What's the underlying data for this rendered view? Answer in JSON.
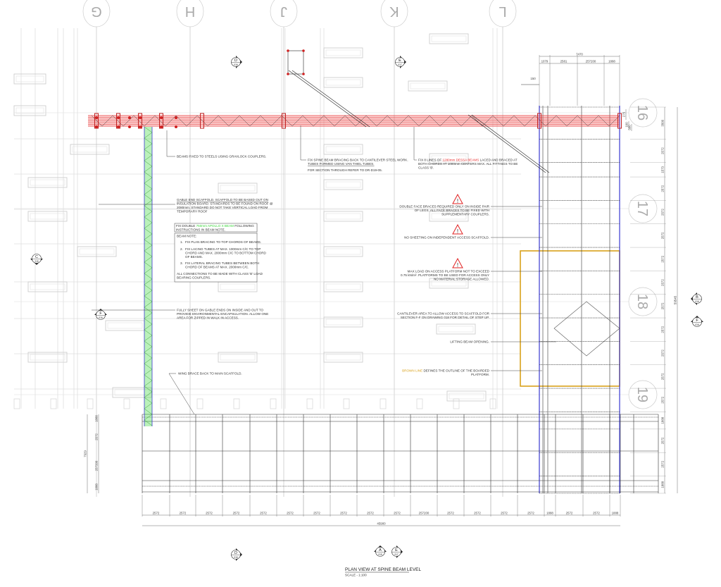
{
  "gridlines": {
    "columns": [
      "G",
      "H",
      "J",
      "K",
      "L"
    ],
    "rows": [
      "16",
      "17",
      "18",
      "19"
    ]
  },
  "colors": {
    "spine_beam": "#e83030",
    "apollo_beam": "#39d639",
    "tower_blue": "#3a3ad0",
    "boarded_outline": "#d9a21b",
    "warning": "#e02020"
  },
  "section_markers": [
    {
      "letter": "D",
      "sheet": "016"
    },
    {
      "letter": "E",
      "sheet": "017"
    },
    {
      "letter": "C",
      "sheet": "215"
    },
    {
      "letter": "F",
      "sheet": "016"
    },
    {
      "letter": "B",
      "sheet": "016"
    },
    {
      "letter": "F",
      "sheet": "016"
    },
    {
      "letter": "D",
      "sheet": "016"
    },
    {
      "letter": "A",
      "sheet": "015"
    },
    {
      "letter": "E",
      "sheet": "017"
    }
  ],
  "notes": {
    "beams_fixed": "BEAMS FIXED TO STEELS USING GRAVLOCK COUPLERS.",
    "spine_bracing": [
      "FIX SPINE BEAM BRACING BACK TO CANTILEVER STEEL WORK.",
      "TUBES FORMED USING VAN THIEL TUBES.",
      "FOR SECTION THROUGH REFER TO DR-D19-05."
    ],
    "dessa": {
      "pre": "FIX 8 LINES OF ",
      "highlight": "1280mm DESSA BEAMS",
      "post": " LACED AND BRACED AT",
      "line2": "BOTH CHORDS AT 1000mm CENTERS MAX. ALL FITTINGS TO BE",
      "line3": "CLASS 'B'."
    },
    "gable": [
      "GABLE END SCAFFOLD. SCAFFOLD TO BE BASED OUT ON",
      "INSULATION BOARD. STANDARDS TO BE FOUND ON ROOF @",
      "2080mm. STANDARD DO NOT TAKE VERTICAL LOAD FROM",
      "TEMPORARY ROOF"
    ],
    "apollo": {
      "pre": "FIX DOUBLE ",
      "highlight": "750mm APOLLO X BEAM",
      "post": " FOLLOWING",
      "line2": "INSTRUCTIONS IN BEAM NOTE."
    },
    "beam_note": {
      "heading": "BEAM NOTE:",
      "items": [
        {
          "num": "1.",
          "lines": [
            "FIX PLAN BRACING TO TOP CHORDS OF BEAMS."
          ]
        },
        {
          "num": "2.",
          "lines": [
            "FIX LACING TUBES AT MAX. 1000mm C/C TO TOP",
            "CHORD AND MAX. 2000mm C/C TO BOTTOM CHORD",
            "OF BEAMS."
          ]
        },
        {
          "num": "3.",
          "lines": [
            "FIX LATERAL BRACING TUBES BETWEEN BOTH",
            "CHORD OF BEAMS AT MAX. 2000mm C/C."
          ]
        }
      ],
      "footer": [
        "ALL CONNECTIONS TO BE MADE WITH CLASS 'B' LOAD",
        "BEARING COUPLERS."
      ]
    },
    "double_face": [
      "DOUBLE FACE BRACES REQUIRED ONLY ON INSIDE PAIR",
      "OF LEGS. ALL FACE BRACES TO BE FIXED WITH",
      "SUPPLEMENTARY COUPLERS."
    ],
    "no_sheeting": "NO SHEETING ON INDEPENDENT ACCESS SCAFFOLD.",
    "max_load": [
      "MAX LOAD ON ACCESS PLATFORM NOT TO EXCEED",
      "0.75 kN/m². PLATFORMS TO BE USED FOR ACCESS ONLY",
      "NO MATERIAL STORAGE ALLOWED."
    ],
    "fully_sheet": [
      "FULLY SHEET ON GABLE ENDS ON INSIDE AND OUT TO",
      "PROVIDE ENVIRONMENTAL ENCAPSULATION. ALLOW ONE",
      "AREA FOR ZIPPED IN WALK IN ACCESS."
    ],
    "cantilever": [
      "CANTILEVER AREA TO ALLOW ACCESS TO SCAFFOLD FOR",
      "SECTION F-F ON DRAWING 018 FOR DETAIL OF STEP UP."
    ],
    "lifting": "LIFTING BEAM OPENING.",
    "brown_line": {
      "highlight": "BROWN LINE",
      "post": " DEFINES THE OUTLINE OF THE BOARDED",
      "line2": "PLATFORM."
    },
    "wing_brace": "WING BRACE BACK TO MAIN SCAFFOLD."
  },
  "dimensions": {
    "bottom": [
      "2572",
      "2572",
      "2572",
      "2572",
      "2572",
      "2572",
      "2572",
      "2572",
      "2572",
      "2572",
      "257200",
      "2572",
      "2572",
      "2572",
      "2572",
      "1888",
      "2572",
      "2572",
      "1888"
    ],
    "bottom_total": "45900",
    "top": [
      "1079",
      "2581",
      "257200",
      "1888"
    ],
    "top_total": "7470",
    "top_offset": "150",
    "right": [
      "3500",
      "2572",
      "1573",
      "2572",
      "2572",
      "2572",
      "2572",
      "2572",
      "2572",
      "2572",
      "2572",
      "2572",
      "2572",
      "1888",
      "2572",
      "2572",
      "1888"
    ],
    "right_total": "59545",
    "right_small": [
      "275",
      "100",
      "500"
    ],
    "left": [
      "1888",
      "2572",
      "257200",
      "1888"
    ],
    "left_total": "7929"
  },
  "title": {
    "main": "PLAN VIEW AT SPINE BEAM LEVEL",
    "scale": "SCALE - 1:100"
  }
}
